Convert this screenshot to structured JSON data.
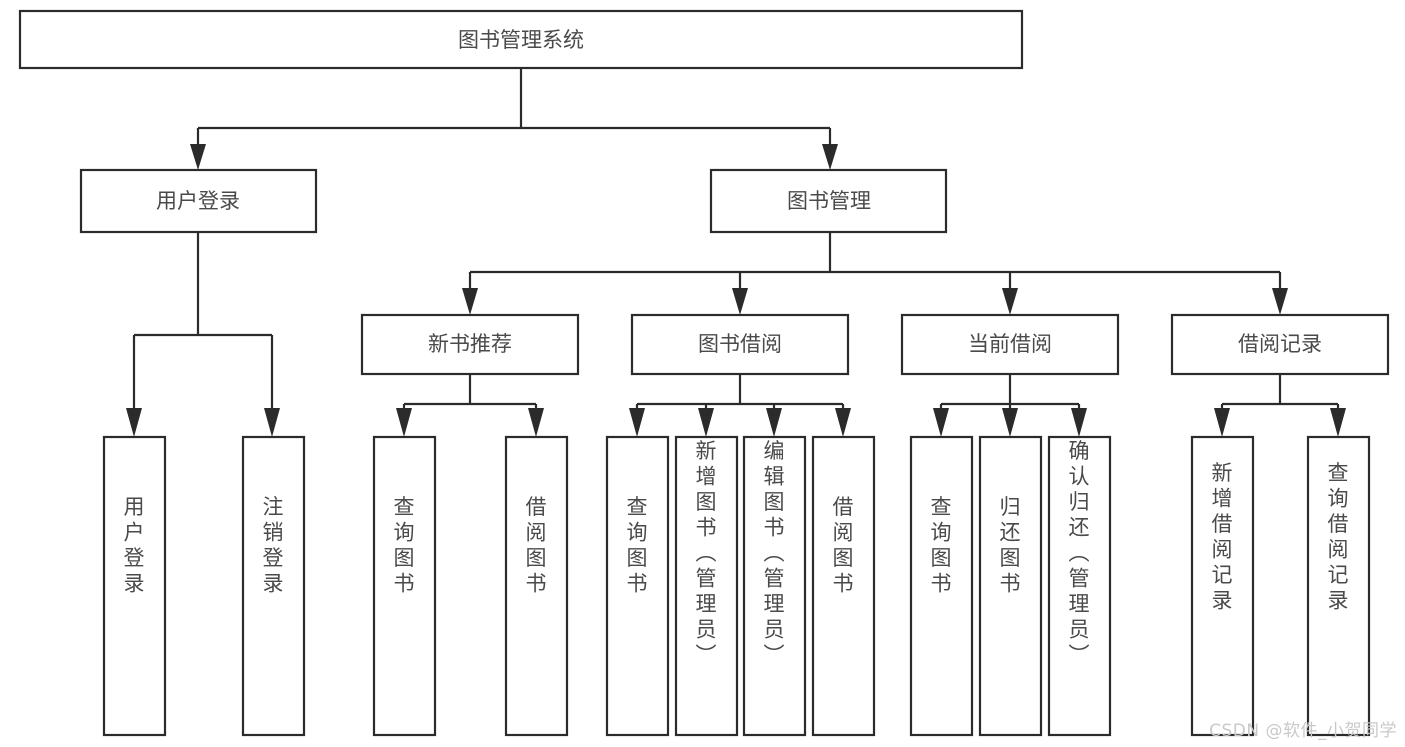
{
  "diagram": {
    "type": "tree-hierarchy-chart",
    "title_node": {
      "label": "图书管理系统"
    },
    "level2": [
      {
        "id": "user-login",
        "label": "用户登录"
      },
      {
        "id": "book-management",
        "label": "图书管理"
      }
    ],
    "level3": [
      {
        "id": "new-book-recommend",
        "label": "新书推荐",
        "parent": "book-management"
      },
      {
        "id": "book-borrow",
        "label": "图书借阅",
        "parent": "book-management"
      },
      {
        "id": "current-borrow",
        "label": "当前借阅",
        "parent": "book-management"
      },
      {
        "id": "borrow-record",
        "label": "借阅记录",
        "parent": "book-management"
      }
    ],
    "leaves": {
      "user-login": [
        {
          "id": "leaf-user-login",
          "label": "用户登录"
        },
        {
          "id": "leaf-user-logout",
          "label": "注销登录"
        }
      ],
      "new-book-recommend": [
        {
          "id": "leaf-query-book-1",
          "label": "查询图书"
        },
        {
          "id": "leaf-borrow-book-1",
          "label": "借阅图书"
        }
      ],
      "book-borrow": [
        {
          "id": "leaf-query-book-2",
          "label": "查询图书"
        },
        {
          "id": "leaf-add-book",
          "label": "新增图书（管理员）"
        },
        {
          "id": "leaf-edit-book",
          "label": "编辑图书（管理员）"
        },
        {
          "id": "leaf-borrow-book-2",
          "label": "借阅图书"
        }
      ],
      "current-borrow": [
        {
          "id": "leaf-query-book-3",
          "label": "查询图书"
        },
        {
          "id": "leaf-return-book",
          "label": "归还图书"
        },
        {
          "id": "leaf-confirm-return",
          "label": "确认归还（管理员）"
        }
      ],
      "borrow-record": [
        {
          "id": "leaf-add-record",
          "label": "新增借阅记录"
        },
        {
          "id": "leaf-query-record",
          "label": "查询借阅记录"
        }
      ]
    },
    "colors": {
      "box_stroke": "#2b2b2b",
      "box_fill": "#ffffff",
      "text": "#4a4a4a",
      "connector": "#2b2b2b",
      "watermark": "#c9c9c9",
      "background": "#ffffff"
    }
  },
  "watermark": {
    "text": "CSDN @软件_小贺同学"
  }
}
